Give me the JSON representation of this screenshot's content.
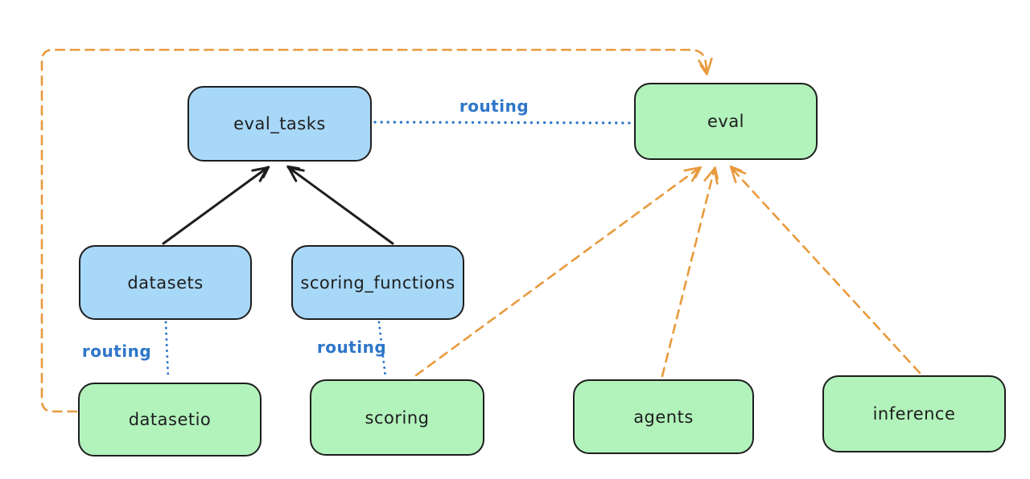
{
  "diagram": {
    "kind": "architecture-diagram",
    "colors": {
      "background": "#ffffff",
      "node_stroke": "#1e1e1e",
      "registry_fill_blue": "#a8d8f8",
      "api_fill_green": "#b2f2bb",
      "routing_blue": "#2e76c9",
      "provider_orange": "#e89a3d",
      "solid_black": "#1e1e1e"
    },
    "nodes": [
      {
        "id": "eval_tasks",
        "label": "eval_tasks",
        "kind": "blue"
      },
      {
        "id": "eval",
        "label": "eval",
        "kind": "green"
      },
      {
        "id": "datasets",
        "label": "datasets",
        "kind": "blue"
      },
      {
        "id": "scoring_functions",
        "label": "scoring_functions",
        "kind": "blue"
      },
      {
        "id": "datasetio",
        "label": "datasetio",
        "kind": "green"
      },
      {
        "id": "scoring",
        "label": "scoring",
        "kind": "green"
      },
      {
        "id": "agents",
        "label": "agents",
        "kind": "green"
      },
      {
        "id": "inference",
        "label": "inference",
        "kind": "green"
      }
    ],
    "edges": [
      {
        "from": "datasets",
        "to": "eval_tasks",
        "style": "solid-black",
        "arrowhead": true,
        "label": ""
      },
      {
        "from": "scoring_functions",
        "to": "eval_tasks",
        "style": "solid-black",
        "arrowhead": true,
        "label": ""
      },
      {
        "from": "eval_tasks",
        "to": "eval",
        "style": "dotted-blue",
        "arrowhead": false,
        "label": "routing"
      },
      {
        "from": "datasets",
        "to": "datasetio",
        "style": "dotted-blue",
        "arrowhead": false,
        "label": "routing"
      },
      {
        "from": "scoring_functions",
        "to": "scoring",
        "style": "dotted-blue",
        "arrowhead": false,
        "label": "routing"
      },
      {
        "from": "scoring",
        "to": "eval",
        "style": "dashed-orange",
        "arrowhead": true,
        "label": ""
      },
      {
        "from": "agents",
        "to": "eval",
        "style": "dashed-orange",
        "arrowhead": true,
        "label": ""
      },
      {
        "from": "inference",
        "to": "eval",
        "style": "dashed-orange",
        "arrowhead": true,
        "label": ""
      },
      {
        "from": "datasetio",
        "to": "eval",
        "style": "dashed-orange",
        "arrowhead": true,
        "label": "",
        "route": "around-left-and-top"
      }
    ]
  }
}
